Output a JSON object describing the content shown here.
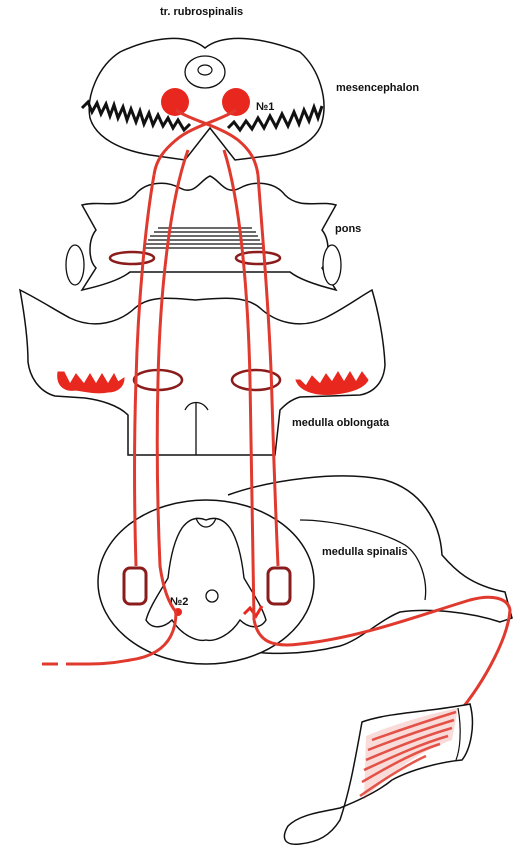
{
  "title": "tr. rubrospinalis",
  "labels": {
    "mesencephalon": "mesencephalon",
    "pons": "pons",
    "medulla_oblongata": "medulla oblongata",
    "medulla_spinalis": "medulla spinalis",
    "nucleus_1": "№1",
    "nucleus_2": "№2"
  },
  "colors": {
    "tract": "#e03a2f",
    "nucleus": "#e8281e",
    "dark_outline": "#8b1c1c",
    "outline": "#111111",
    "muscle": "#e03a2f"
  }
}
